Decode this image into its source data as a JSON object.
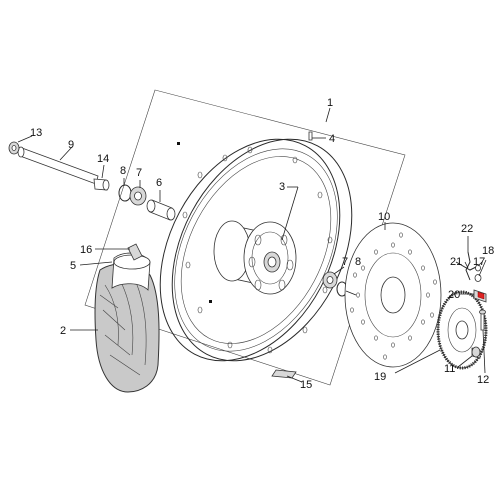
{
  "callouts": {
    "c1": "1",
    "c2": "2",
    "c3": "3",
    "c4": "4",
    "c5": "5",
    "c6": "6",
    "c7a": "7",
    "c7b": "7",
    "c8a": "8",
    "c8b": "8",
    "c9": "9",
    "c10": "10",
    "c11": "11",
    "c12": "12",
    "c13": "13",
    "c14": "14",
    "c15": "15",
    "c16": "16",
    "c17": "17",
    "c18": "18",
    "c19": "19",
    "c20": "20",
    "c21": "21",
    "c22": "22"
  },
  "colors": {
    "line": "#2a2a2a",
    "tire": "#c9c9c9",
    "accent": "#dd2222"
  }
}
